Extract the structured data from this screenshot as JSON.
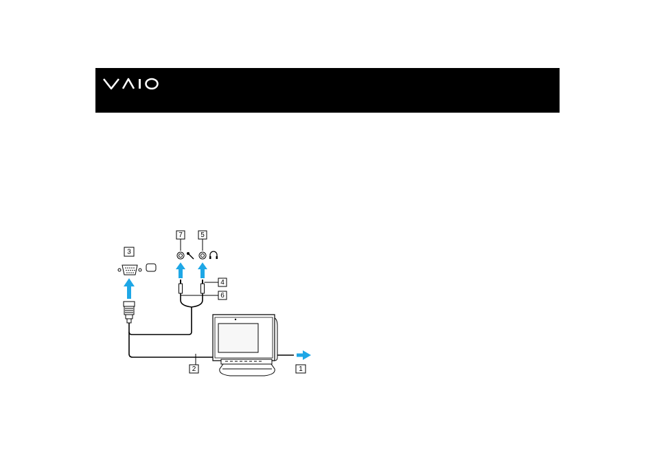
{
  "header": {
    "logo_name": "vaio-logo",
    "logo_text": "VAIO",
    "background_color": "#000000",
    "logo_color": "#ffffff"
  },
  "diagram": {
    "arrow_color": "#1ea7e6",
    "callouts": [
      "1",
      "2",
      "3",
      "4",
      "5",
      "6",
      "7"
    ],
    "icons": {
      "vga_port": "monitor-port-icon",
      "microphone_jack": "microphone-icon",
      "headphones_jack": "headphones-icon"
    }
  }
}
